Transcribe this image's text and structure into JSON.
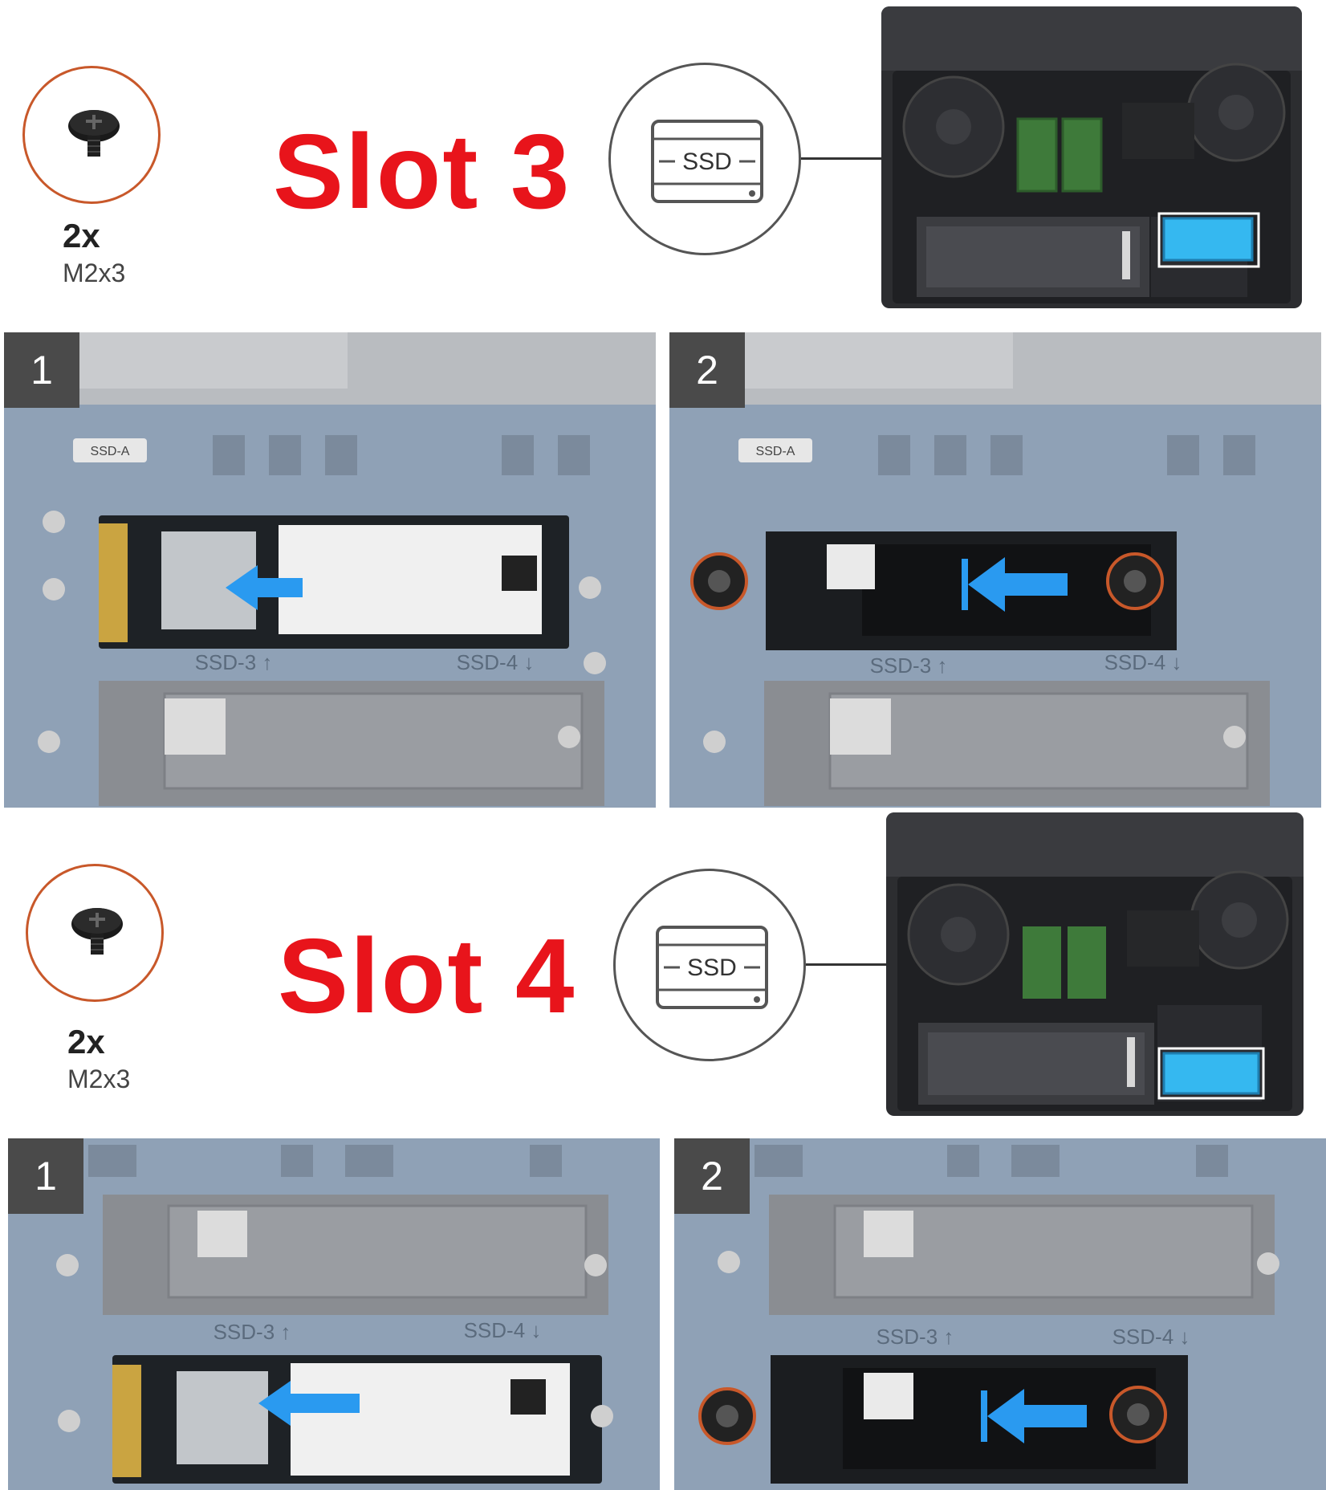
{
  "slot3": {
    "title": "Slot 3",
    "screw_qty": "2x",
    "screw_size": "M2x3",
    "ssd_icon_label": "SSD",
    "steps": [
      {
        "number": "1",
        "tag_ssd_a": "SSD-A",
        "label_slot3": "SSD-3 ↑",
        "label_slot4": "SSD-4 ↓"
      },
      {
        "number": "2",
        "tag_ssd_a": "SSD-A",
        "label_slot3": "SSD-3 ↑",
        "label_slot4": "SSD-4 ↓"
      }
    ]
  },
  "slot4": {
    "title": "Slot 4",
    "screw_qty": "2x",
    "screw_size": "M2x3",
    "ssd_icon_label": "SSD",
    "steps": [
      {
        "number": "1",
        "label_slot3": "SSD-3 ↑",
        "label_slot4": "SSD-4 ↓"
      },
      {
        "number": "2",
        "label_slot3": "SSD-3 ↑",
        "label_slot4": "SSD-4 ↓"
      }
    ]
  },
  "colors": {
    "title_red": "#e8141b",
    "screw_ring": "#c8582a",
    "arrow_blue": "#2a9af0",
    "highlight_cyan": "#35b8f0"
  }
}
